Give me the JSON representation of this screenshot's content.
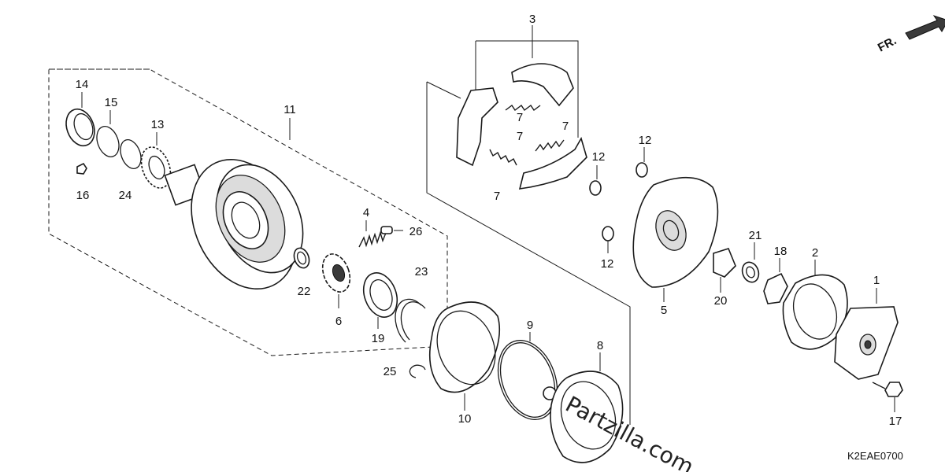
{
  "diagram": {
    "labels": {
      "n1": "1",
      "n2": "2",
      "n3": "3",
      "n4": "4",
      "n5": "5",
      "n6": "6",
      "n7a": "7",
      "n7b": "7",
      "n7c": "7",
      "n8": "8",
      "n9": "9",
      "n10": "10",
      "n11": "11",
      "n12a": "12",
      "n12b": "12",
      "n12c": "12",
      "n13": "13",
      "n14": "14",
      "n15": "15",
      "n16": "16",
      "n17": "17",
      "n18": "18",
      "n19": "19",
      "n20": "20",
      "n21": "21",
      "n22": "22",
      "n23": "23",
      "n24": "24",
      "n25": "25",
      "n26": "26"
    },
    "direction_label": "FR.",
    "drawing_code": "K2EAE0700",
    "watermark": "Partzilla.com"
  }
}
